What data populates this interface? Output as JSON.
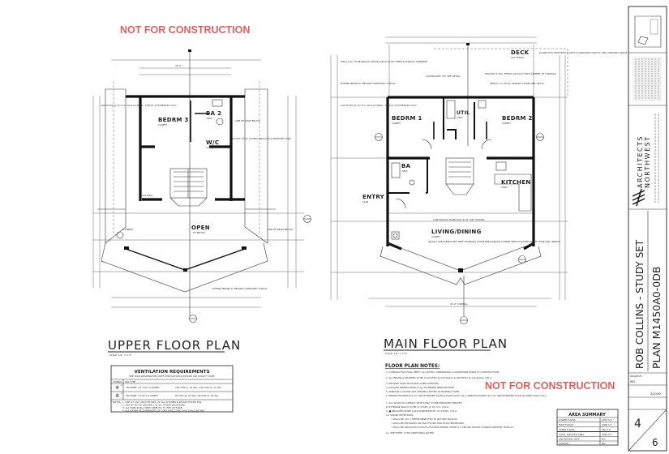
{
  "watermark": "NOT FOR CONSTRUCTION",
  "upper_plan": {
    "title": "UPPER FLOOR PLAN",
    "scale": "SCALE: 1/4\" = 1'-0\"",
    "rooms": [
      "BEDRM 3",
      "BA 2",
      "W/C",
      "OPEN"
    ],
    "room_subs": [
      "CARPET",
      "VINYL",
      "CARPET",
      "TO BELOW"
    ],
    "overall_dim": "32'-0\"",
    "notes": [
      "2x6 STUDS @ 16\" O.C. W/ R-21 INSUL. TYPICAL @ EXTERIOR U.N.O.",
      "22\"x30\" ATTIC ACCESS INSULATE & WEATHER STRIP",
      "CHIMNEY",
      "LINE OF BEAM BELOW",
      "EXTEND BEAMS 6\" BEYOND OVERHANG TYPICAL",
      "2x4 WALL",
      "LINE OF ROOF BELOW"
    ]
  },
  "main_plan": {
    "title": "MAIN FLOOR PLAN",
    "scale": "SCALE: 1/4\" = 1'-0\"",
    "rooms": [
      "DECK",
      "BEDRM 1",
      "BEDRM 2",
      "UTIL",
      "BA",
      "ENTRY",
      "KITCHEN",
      "LIVING/DINING"
    ],
    "room_subs": [
      "2x4 CEDAR",
      "CARPET",
      "CARPET",
      "VINYL",
      "VINYL",
      "SLAB",
      "VINYL",
      "CARPET"
    ],
    "overall_dim": "32'-0\" OVERALL",
    "notes": [
      "FAN & LTG. TO BE WHOLE HOUSE FAN W/ AUTO TIMER & MANUAL OVERRIDE",
      "EXTEND BEAMS 6\" BEYOND OVERHANG TYPICAL",
      "2x6 STUDS @ 16\" O.C. W/ R-21 INSUL. TYPICAL @ EXTERIOR U.N.O.",
      "2x6 BRACKET TYP. SEE DETAIL",
      "PROVIDE 4\" DIA. FRESH AIR DUCT WITH DAMPER TO FURNACE",
      "INSTALL (2) 26 GA. SEISMIC STRAPS PER TOP PL.",
      "CONTINUOUS HAND RAIL @ 36\" ABV. NOSING",
      "INSTALL PRE-FABRICATED FREE STANDING STOVE PER MANUFACTURERS SPECIFICATIONS W/ 20\" WIDE MIN. HEARTH",
      "GUARD RAIL REQUIRED IF DECK IS GREATER THAN 30\" ABV. FINISHED GRADE"
    ]
  },
  "ventilation": {
    "title": "VENTILATION REQUIREMENTS",
    "subtitle": "SEE 2000 WASHINGTON STATE VENTILATION & INDOOR AIR QUALITY CODE",
    "headers": [
      "SYMBOL",
      "FAN TYPE"
    ],
    "rows": [
      {
        "symbol": "1",
        "type": "\"NUTONE\" QT 150  1.0 SONES",
        "rating": "150 CFM @ .25 WG / 130 CFM @ .10 WG"
      },
      {
        "symbol": "2",
        "type": "\"NUTONE\" QT 80  1.5 SONES",
        "rating": "85 CFM @ .25 WG / 80 CFM @ .10 WG"
      }
    ],
    "notes_label": "NOTES:",
    "notes": [
      "1. USE QT 150 (100 CFM MIN.) AT ALL KITCHEN & WHOLE HOUSE FAN.",
      "2. USE QT 80 (50 CFM MIN.) AT ALL OTHER LOCATIONS.",
      "3. ALL FANS SHALL VENT DIRECTLY TO THE OUTSIDE.",
      "4. ALL OTHER REQUIREMENTS OF 2000 WSEC/2000 VIAQ SHALL BE MET."
    ]
  },
  "floor_plan_notes": {
    "title": "FLOOR PLAN NOTES:",
    "items": [
      "1. CONTRACTOR SHALL VERIFY ALL NOTES, DIMENSIONS & CONDITIONS PRIOR TO CONSTRUCTION.",
      "2. ALL BEAMS & HEADERS TO BE 4x10 DF#2 @ 2x4 WALLS & 6x8 DF#2 @ 2x6 WALLS U.N.O.",
      "3. PROVIDE SOLID BLOCKING OVER SUPPORTS.",
      "4. PROVIDE FIREBLOCKING & ALL PLUMBING PENETRATIONS.",
      "5. WINDOW & DOORS ARE SHOWN & NOTED AS NOMINAL SIZES.",
      "6. WINDOW HEADERS @ 6'-10\" ABOVE FINISHED FLOOR @ MAIN FLOOR, U.N.O. WINDOW HEADERS @ 6'-10\" ABOVE FINISHED FLOOR @ UPPER FLOOR, U.N.O.",
      "7. ALL WOOD IN CONTACT WITH CONC. TO BE PRESSURE TREATED.",
      "8. EXTERIOR WALLS TO BE 2x STUDS @ 16\" O.C. U.N.O.",
      "9. ■ INDICATES POINT LOAD SUPPORTED BY (2) STUDS, U.N.O.",
      "10. SMOKE DETECTORS:",
      "* SHALL BE 110 V INTERCONNECTED W/ BATTERY BACKUP.",
      "* SHALL BE INSTALLED ON EACH FLOOR AND IN ALL BEDROOMS.",
      "* SHALL BE INSTALLED IN EACH LOCATION WHERE THERE IS A CEILING HEIGHT CHANGE GREATER THAN 24\".",
      "11. SEE SHEET 1 FOR ADDITIONAL NOTES."
    ]
  },
  "area_summary": {
    "title": "AREA SUMMARY",
    "rows": [
      {
        "label": "LOWER FLOOR:",
        "value": "1058 S.F."
      },
      {
        "label": "MAIN FLOOR:",
        "value": "1058 S.F."
      },
      {
        "label": "UPPER FLOOR:",
        "value": "560 S.F."
      },
      {
        "label": "TOTAL FINISHED AREA:",
        "value": "2666 S.F."
      },
      {
        "label": "UNFINISHED AREA:",
        "value": "N/A"
      },
      {
        "label": "GARAGE:",
        "value": "N/A"
      }
    ]
  },
  "title_block": {
    "firm_line1": "ARCHITECTS",
    "firm_line2": "NORTHWEST",
    "project": "ROB COLLINS - STUDY SET",
    "plan": "PLAN M1450A0-0DB",
    "drawn_by_label": "DRAWN BY",
    "drawn_by": "JRD",
    "date": "3/20/02",
    "sheet": "4",
    "sheet_total": "6"
  },
  "colors": {
    "watermark": "#e06060",
    "linework": "#111111"
  }
}
